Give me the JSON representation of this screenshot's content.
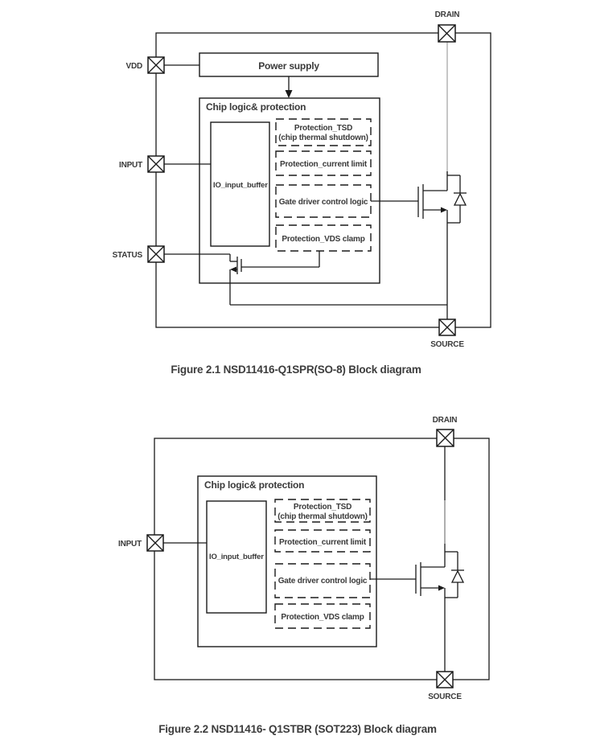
{
  "colors": {
    "line": "#1a1a1a",
    "drain_trace_gray": "#a8a8a8",
    "text": "#3a3a3a",
    "background": "#ffffff"
  },
  "figure1": {
    "caption": "Figure 2.1 NSD11416-Q1SPR(SO-8) Block diagram",
    "terminals": {
      "drain": "DRAIN",
      "vdd": "VDD",
      "input": "INPUT",
      "status": "STATUS",
      "source": "SOURCE"
    },
    "blocks": {
      "power_supply": "Power supply",
      "chip_logic_title": "Chip logic& protection",
      "io_input_buffer": "IO_input_buffer",
      "protection_tsd_line1": "Protection_TSD",
      "protection_tsd_line2": "(chip thermal shutdown)",
      "protection_current_limit": "Protection_current limit",
      "gate_driver_control_logic": "Gate driver control logic",
      "protection_vds_clamp": "Protection_VDS clamp"
    }
  },
  "figure2": {
    "caption": "Figure 2.2 NSD11416- Q1STBR (SOT223) Block diagram",
    "terminals": {
      "drain": "DRAIN",
      "input": "INPUT",
      "source": "SOURCE"
    },
    "blocks": {
      "chip_logic_title": "Chip logic& protection",
      "io_input_buffer": "IO_input_buffer",
      "protection_tsd_line1": "Protection_TSD",
      "protection_tsd_line2": "(chip thermal shutdown)",
      "protection_current_limit": "Protection_current limit",
      "gate_driver_control_logic": "Gate driver control logic",
      "protection_vds_clamp": "Protection_VDS clamp"
    }
  }
}
